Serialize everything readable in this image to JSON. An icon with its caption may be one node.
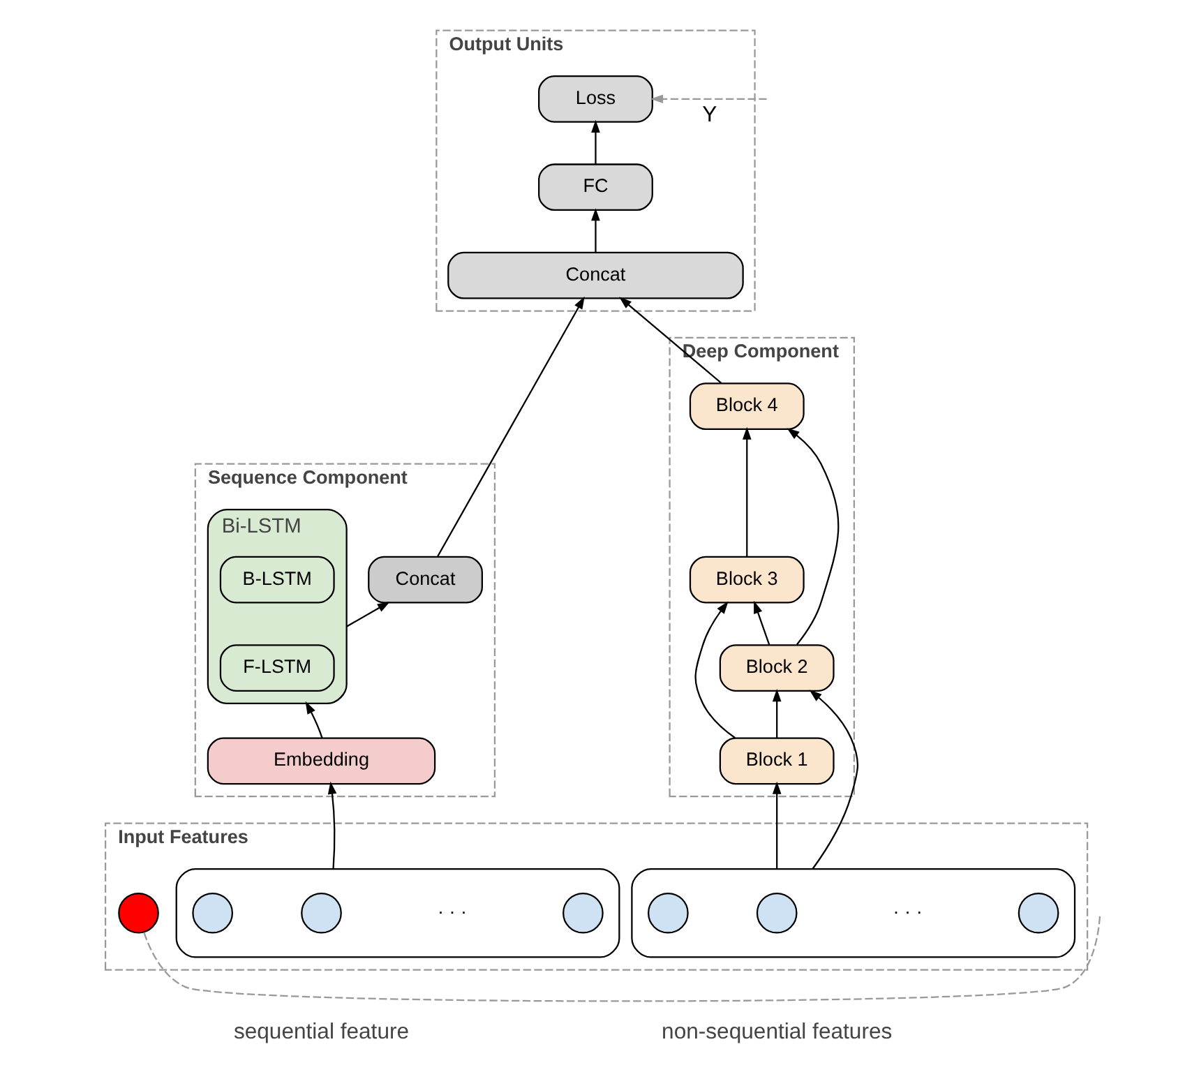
{
  "diagram": {
    "nodes": [
      {
        "text": [
          "Output Units"
        ]
      },
      {
        "text": [
          "Loss"
        ],
        "in": 0
      },
      {
        "text": [
          "FC"
        ],
        "in": 0
      },
      {
        "text": [
          "Concat"
        ],
        "in": 0
      },
      {
        "text": [
          "Sequence Component"
        ]
      },
      {
        "text": [
          "Concat"
        ],
        "in": 4
      },
      {
        "text": [
          "Bi-LSTM"
        ],
        "in": 4
      },
      {
        "text": [
          "B-LSTM"
        ],
        "in": 6
      },
      {
        "text": [
          "F-LSTM"
        ],
        "in": 6
      },
      {
        "text": [
          "Embedding"
        ],
        "in": 4
      },
      {
        "text": [
          "Deep Component"
        ]
      },
      {
        "text": [
          "Block 4"
        ],
        "in": 10
      },
      {
        "text": [
          "Block 3"
        ],
        "in": 10
      },
      {
        "text": [
          "Block 2"
        ],
        "in": 10
      },
      {
        "text": [
          "Block 1"
        ],
        "in": 10
      },
      {
        "text": [
          "Input Features"
        ]
      },
      {
        "text": [],
        "shape": "box",
        "in": 15
      },
      {
        "text": [],
        "shape": "circle",
        "in": 16
      },
      {
        "text": [],
        "shape": "circle",
        "in": 16
      },
      {
        "text": [],
        "shape": "circle",
        "in": 16
      },
      {
        "text": [],
        "shape": "box",
        "in": 15
      },
      {
        "text": [],
        "shape": "circle",
        "in": 20
      },
      {
        "text": [],
        "shape": "circle",
        "in": 20
      },
      {
        "text": [],
        "shape": "circle",
        "in": 20
      },
      {
        "text": [],
        "shape": "circle",
        "in": 15
      }
    ],
    "edges": [
      {
        "from": 2,
        "to": 1,
        "arrow": "to"
      },
      {
        "from": 3,
        "to": 2,
        "arrow": "to"
      },
      {
        "from": 5,
        "to": 3,
        "arrow": "to"
      },
      {
        "from": 11,
        "to": 3,
        "arrow": "to"
      },
      {
        "from": 6,
        "to": 5,
        "arrow": "to"
      },
      {
        "from": 9,
        "to": 6,
        "arrow": "to"
      },
      {
        "from": 16,
        "to": 9,
        "arrow": "to"
      },
      {
        "from": 14,
        "to": 13,
        "arrow": "to"
      },
      {
        "from": 13,
        "to": 12,
        "arrow": "to"
      },
      {
        "from": 12,
        "to": 11,
        "arrow": "to"
      },
      {
        "from": 20,
        "to": 14,
        "arrow": "to"
      },
      {
        "from": 20,
        "to": 13,
        "arrow": "to"
      },
      {
        "from": 14,
        "to": 12,
        "arrow": "to"
      },
      {
        "from": 13,
        "to": 11,
        "arrow": "to"
      },
      {
        "from": null,
        "to": 1,
        "arrow": "to",
        "label": "Y",
        "style": "dashed",
        "color": "#999999"
      },
      {
        "from": 24,
        "to": null,
        "arrow": "none",
        "style": "dashed",
        "color": "#999999"
      }
    ],
    "labels": [
      "· · ·",
      "· · ·",
      "sequential feature",
      "non-sequential features"
    ]
  }
}
